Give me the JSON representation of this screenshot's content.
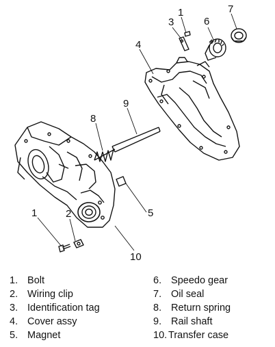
{
  "callouts": [
    "1",
    "2",
    "3",
    "4",
    "5",
    "6",
    "7",
    "8",
    "9",
    "10"
  ],
  "legend": [
    {
      "num": "1.",
      "label": "Bolt"
    },
    {
      "num": "2.",
      "label": "Wiring clip"
    },
    {
      "num": "3.",
      "label": "Identification tag"
    },
    {
      "num": "4.",
      "label": "Cover assy"
    },
    {
      "num": "5.",
      "label": "Magnet"
    },
    {
      "num": "6.",
      "label": "Speedo gear"
    },
    {
      "num": "7.",
      "label": "Oil seal"
    },
    {
      "num": "8.",
      "label": "Return spring"
    },
    {
      "num": "9.",
      "label": "Rail shaft"
    },
    {
      "num": "10.",
      "label": "Transfer case"
    }
  ]
}
